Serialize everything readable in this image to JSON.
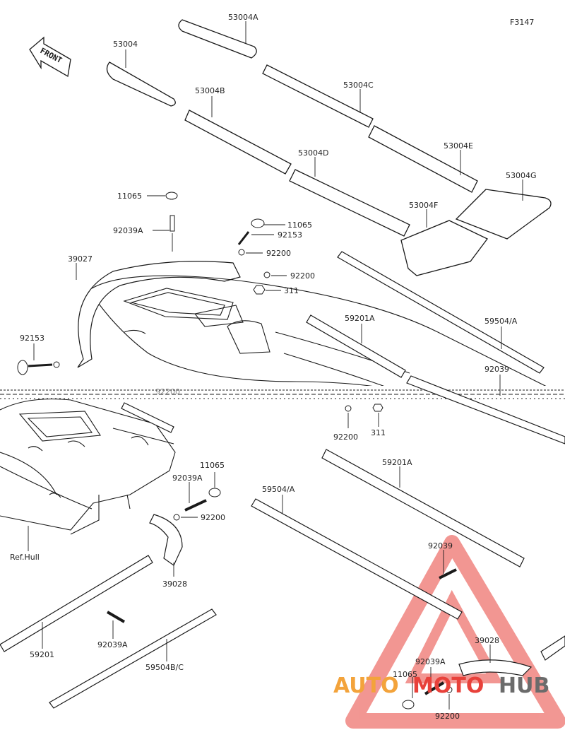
{
  "figure_code": "F3147",
  "front_label": "FRONT",
  "labels": {
    "pad_53004": "53004",
    "pad_53004A": "53004A",
    "pad_53004B": "53004B",
    "pad_53004C": "53004C",
    "pad_53004D": "53004D",
    "pad_53004E": "53004E",
    "pad_53004F": "53004F",
    "pad_53004G": "53004G",
    "cap_11065_top": "11065",
    "rivet_92039A_top": "92039A",
    "cap_11065_mid": "11065",
    "screw_92153_mid": "92153",
    "washer_92200_a": "92200",
    "washer_92200_b": "92200",
    "nut_311_a": "311",
    "bumper_39027": "39027",
    "screw_92153_left": "92153",
    "washer_92200_hidden": "92200",
    "rail_59201A_upper": "59201A",
    "rail_59504A_upper": "59504/A",
    "rivet_92039_upper": "92039",
    "washer_92200_c": "92200",
    "nut_311_b": "311",
    "cap_11065_lower": "11065",
    "rivet_92039A_lower": "92039A",
    "washer_92200_d": "92200",
    "ref_hull": "Ref.Hull",
    "bumper_39028": "39028",
    "rail_59201A_lower": "59201A",
    "rail_59504A_lower": "59504/A",
    "rivet_92039_lower": "92039",
    "rail_59201": "59201",
    "rivet_92039A_bottom": "92039A",
    "rail_59504BC": "59504B/C",
    "bumper_39028_right": "39028",
    "rivet_92039A_right": "92039A",
    "cap_11065_right": "11065",
    "washer_92200_right": "92200"
  },
  "watermark": {
    "part1": "AUTO",
    "part2": "MOTO",
    "part3": "HUB",
    "color_orange": "#f3a33b",
    "color_red": "#e8413a",
    "color_gray": "#6b6b6b"
  },
  "colors": {
    "line": "#1a1a1a"
  }
}
